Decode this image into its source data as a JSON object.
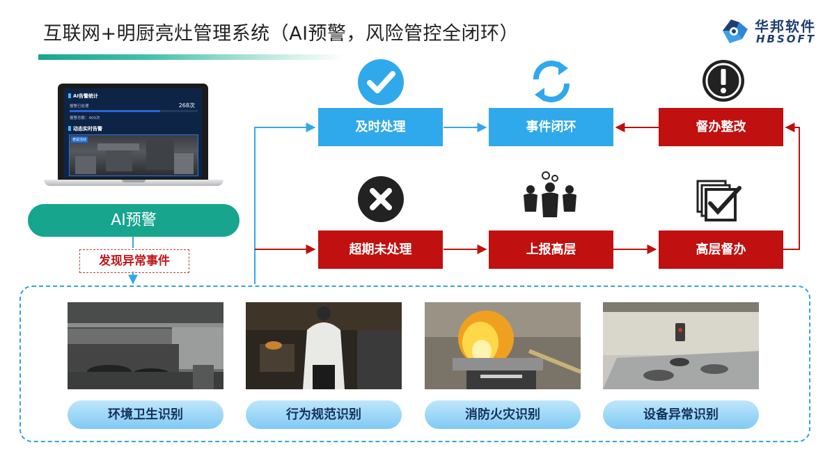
{
  "header": {
    "title": "互联网+明厨亮灶管理系统（AI预警，风险管控全闭环）"
  },
  "logo": {
    "cn": "华邦软件",
    "en": "HBSOFT"
  },
  "laptop_screen": {
    "stats_title": "AI告警统计",
    "handled_label": "报警已处理",
    "handled_count": "268次",
    "total_label": "报警总数：400次",
    "live_title": "动态实时告警",
    "live_tag": "老鼠活动"
  },
  "left": {
    "ai_warning": "AI预警",
    "found_event": "发现异常事件"
  },
  "flow": {
    "timely": "及时处理",
    "closed_loop": "事件闭环",
    "supervise_fix": "督办整改",
    "overdue": "超期未处理",
    "report_up": "上报高层",
    "senior_supervise": "高层督办"
  },
  "categories": [
    {
      "label": "环境卫生识别"
    },
    {
      "label": "行为规范识别"
    },
    {
      "label": "消防火灾识别"
    },
    {
      "label": "设备异常识别"
    }
  ],
  "colors": {
    "teal": "#17a58e",
    "blue": "#30a9ec",
    "red": "#c0100f",
    "frame": "#2fa4e0"
  }
}
